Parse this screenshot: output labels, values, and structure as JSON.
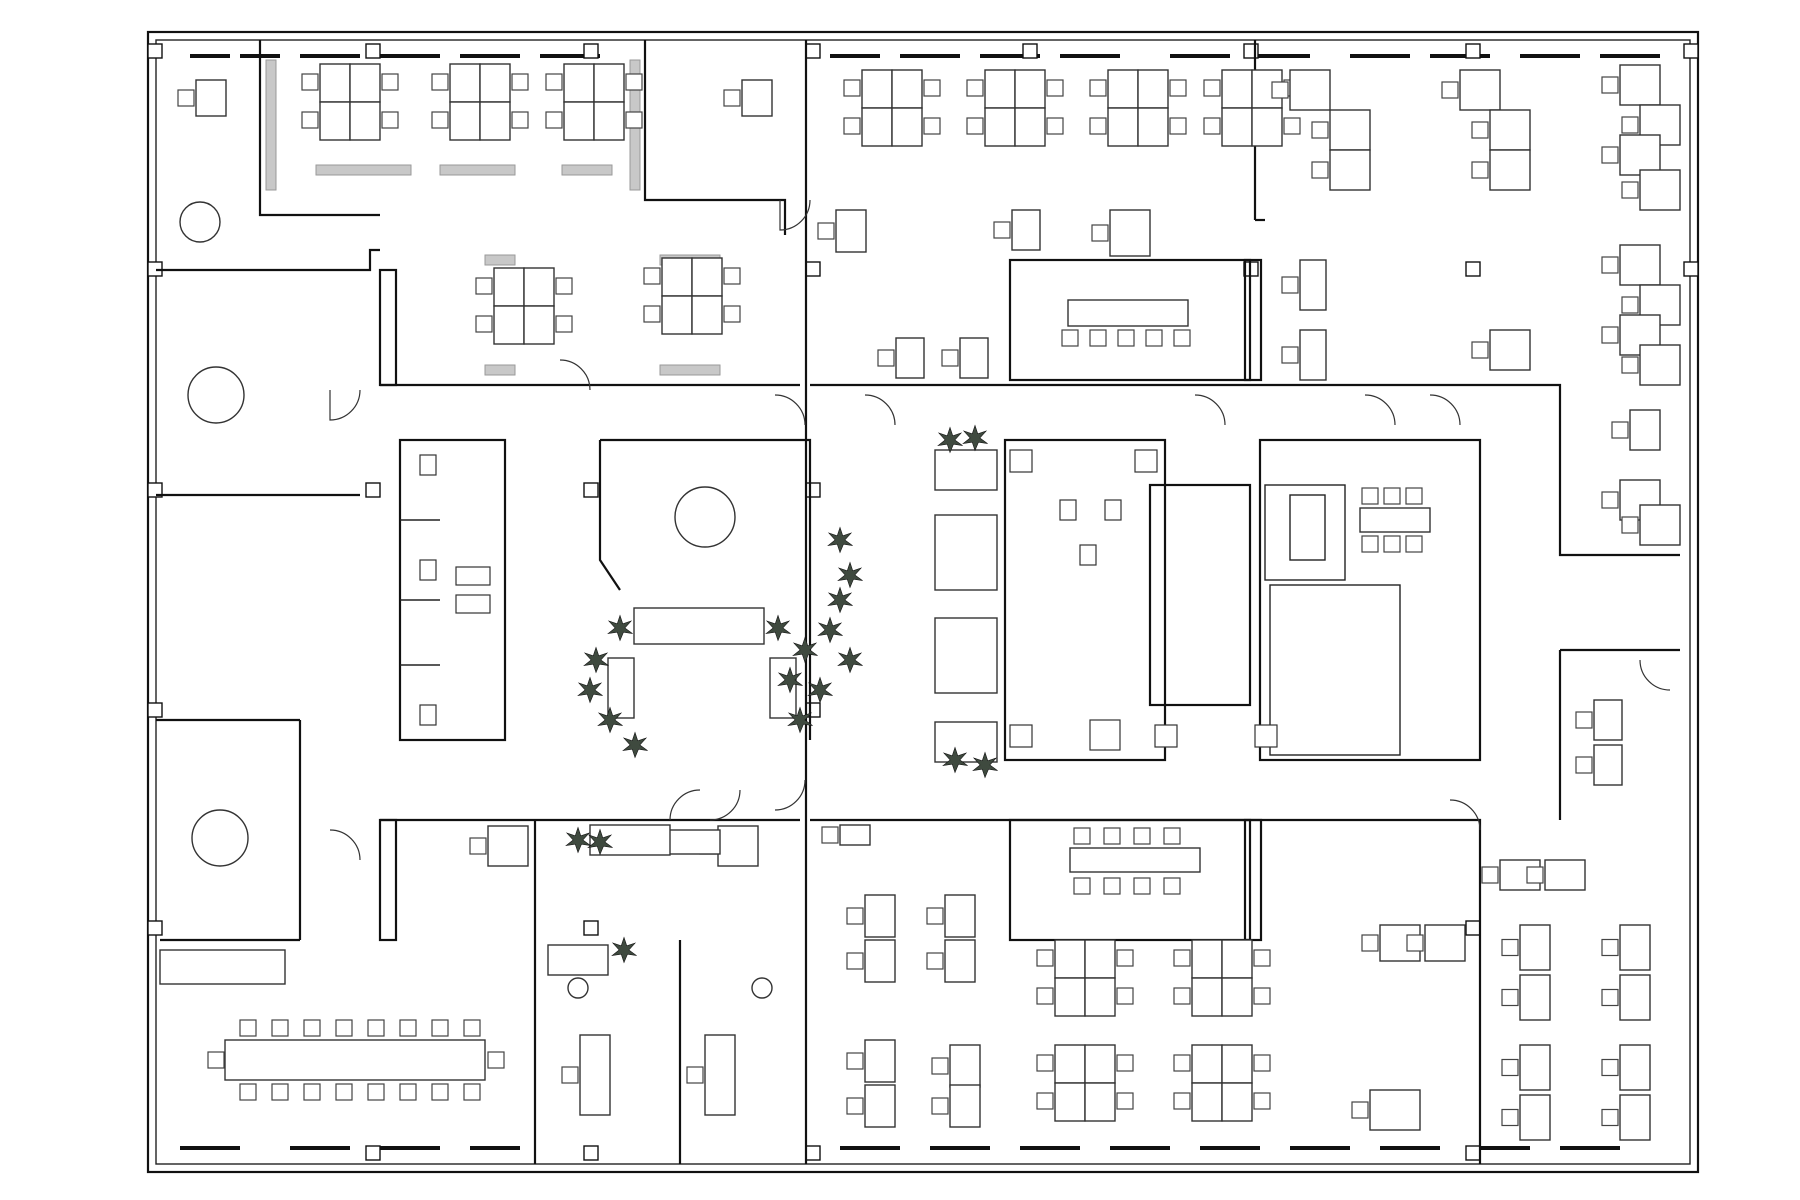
{
  "plan": {
    "type": "office-floor-plan",
    "colors": {
      "wall": "#111111",
      "furniture": "#333333",
      "plant": "#3f4a3f",
      "hedge": "#c8c8c8",
      "background": "#ffffff"
    },
    "zones": [
      "north-west-open-office",
      "north-center-open-office",
      "north-east-open-office",
      "west-meeting-rooms",
      "central-lounge",
      "restrooms-core",
      "south-west-boardroom",
      "south-center-open-office",
      "south-east-open-office"
    ],
    "icons": [
      "column-icon",
      "door-swing-icon",
      "plant-icon",
      "toilet-icon",
      "sink-icon",
      "round-table-icon",
      "sofa-icon"
    ]
  }
}
